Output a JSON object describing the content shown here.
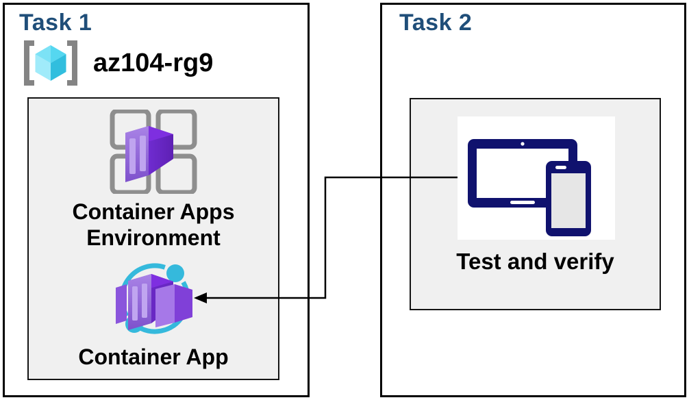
{
  "task1": {
    "title": "Task 1",
    "resource_group_name": "az104-rg9",
    "environment_label": "Container Apps Environment",
    "app_label": "Container App"
  },
  "task2": {
    "title": "Task 2",
    "verify_label": "Test and verify"
  },
  "connector": {
    "from": "Test and verify",
    "to": "Container App",
    "style": "elbow-arrow-left"
  },
  "icons": {
    "resource_group": "azure-resource-group-icon",
    "environment": "container-apps-environment-icon",
    "app": "container-app-icon",
    "devices": "tablet-and-phone-icon"
  },
  "colors": {
    "task_title": "#1f4e79",
    "panel_bg": "#f0f0f0",
    "border": "#000000",
    "label_text": "#000000",
    "device_navy": "#10126e",
    "cyan_accent": "#35b9dc",
    "cube_cyan_top": "#55d7f0",
    "cube_cyan_light": "#a0ebfa",
    "cube_cyan_dark": "#31bede",
    "purple_front": "#9a74e0",
    "purple_top": "#7e2fe0",
    "purple_dark": "#6928c4",
    "grid_gray": "#8e8e8e",
    "bracket_gray": "#848484"
  }
}
